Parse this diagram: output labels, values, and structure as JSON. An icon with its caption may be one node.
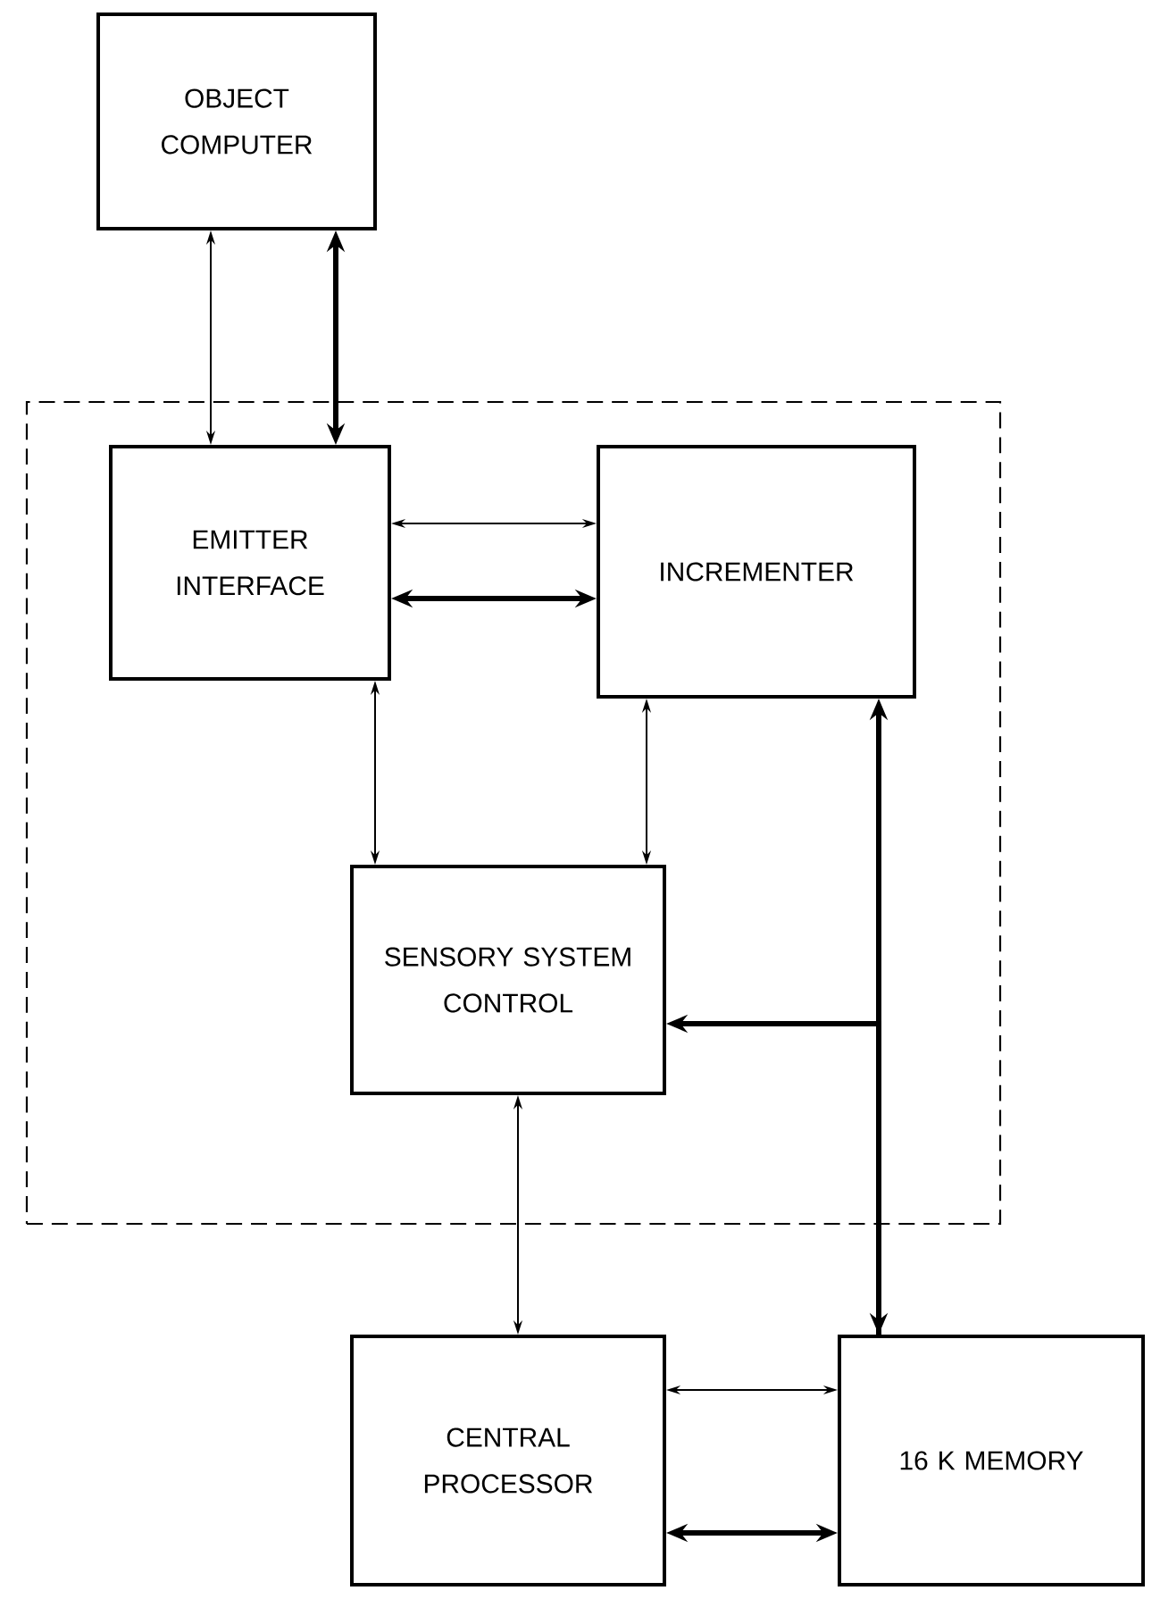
{
  "diagram": {
    "nodes": [
      {
        "text": [
          "OBJECT COMPUTER"
        ]
      },
      {
        "text": [],
        "shape": "box"
      },
      {
        "text": [
          "EMITTER INTERFACE"
        ],
        "in": 1
      },
      {
        "text": [
          "INCREMENTER"
        ],
        "in": 1
      },
      {
        "text": [
          "SENSORY SYSTEM CONTROL"
        ],
        "in": 1
      },
      {
        "text": [
          "CENTRAL PROCESSOR"
        ]
      },
      {
        "text": [
          "16 K MEMORY"
        ]
      }
    ],
    "edges": [
      {
        "from": 0,
        "to": 2,
        "arrow": "both"
      },
      {
        "from": 0,
        "to": 2,
        "arrow": "both",
        "style": "thick"
      },
      {
        "from": 2,
        "to": 3,
        "arrow": "both"
      },
      {
        "from": 2,
        "to": 3,
        "arrow": "both",
        "style": "thick"
      },
      {
        "from": 2,
        "to": 4,
        "arrow": "both"
      },
      {
        "from": 3,
        "to": 4,
        "arrow": "both"
      },
      {
        "from": 3,
        "to": 6,
        "arrow": "both",
        "style": "thick"
      },
      {
        "from": 6,
        "to": 4,
        "arrow": "to",
        "style": "thick"
      },
      {
        "from": 4,
        "to": 5,
        "arrow": "both"
      },
      {
        "from": 5,
        "to": 6,
        "arrow": "both"
      },
      {
        "from": 5,
        "to": 6,
        "arrow": "both",
        "style": "thick"
      }
    ]
  }
}
